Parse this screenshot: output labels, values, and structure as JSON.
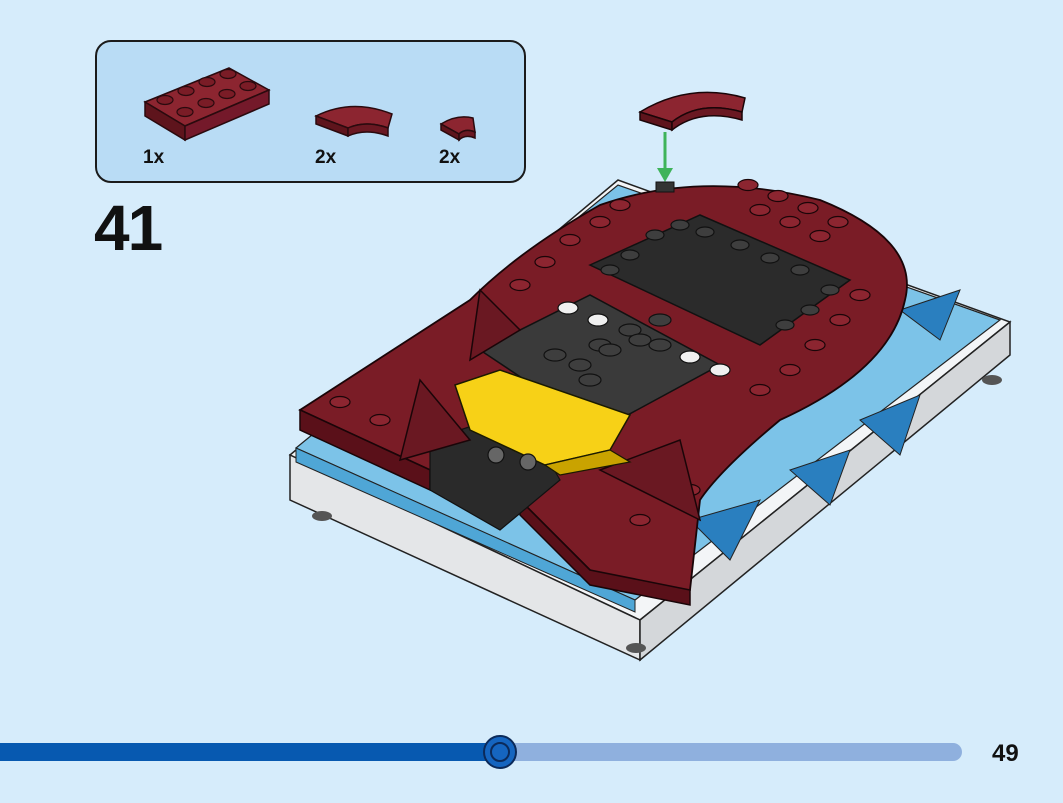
{
  "parts_callout": {
    "items": [
      {
        "quantity": "1x",
        "icon": "plate-2x4-dark-red-icon"
      },
      {
        "quantity": "2x",
        "icon": "curved-tile-dark-red-icon"
      },
      {
        "quantity": "2x",
        "icon": "small-curved-tile-dark-red-icon"
      }
    ]
  },
  "step_number": "41",
  "page_number": "49",
  "progress": {
    "fraction": 0.49
  },
  "colors": {
    "background": "#d6ecfb",
    "callout": "#b9dcf5",
    "dark_red": "#7a1c26",
    "arrow": "#3fb35a",
    "progress_fill": "#0759b0",
    "progress_track": "#8fb0de"
  }
}
